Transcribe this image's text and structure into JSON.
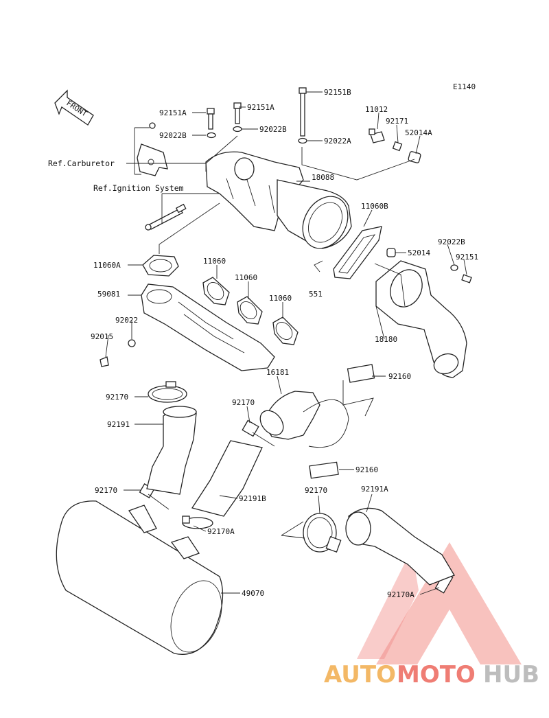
{
  "diagram_id": "E1140",
  "front_label": "FRONT",
  "refs": {
    "carburetor": "Ref.Carburetor",
    "ignition": "Ref.Ignition System"
  },
  "part_labels": {
    "p92151B": "92151B",
    "p92151A_1": "92151A",
    "p92151A_2": "92151A",
    "p92022B_1": "92022B",
    "p92022B_2": "92022B",
    "p92022A": "92022A",
    "p11012": "11012",
    "p92171": "92171",
    "p52014A": "52014A",
    "p18088": "18088",
    "p11060B": "11060B",
    "p52014": "52014",
    "p92022B_3": "92022B",
    "p92151": "92151",
    "p11060A": "11060A",
    "p11060_1": "11060",
    "p11060_2": "11060",
    "p11060_3": "11060",
    "p59081": "59081",
    "p92022": "92022",
    "p92015": "92015",
    "p551": "551",
    "p18180": "18180",
    "p16181": "16181",
    "p92160_1": "92160",
    "p92160_2": "92160",
    "p92170_1": "92170",
    "p92170_2": "92170",
    "p92170_3": "92170",
    "p92170_4": "92170",
    "p92191": "92191",
    "p92191B": "92191B",
    "p92191A": "92191A",
    "p92170A_1": "92170A",
    "p92170A_2": "92170A",
    "p49070": "49070"
  },
  "watermark": {
    "part1": "AUTO",
    "part2": "MOTO",
    "part3": "HUB",
    "color1": "#f3b866",
    "color2": "#ef7d74",
    "color3": "#bdbdbd",
    "triangle_color": "#f07b75"
  }
}
